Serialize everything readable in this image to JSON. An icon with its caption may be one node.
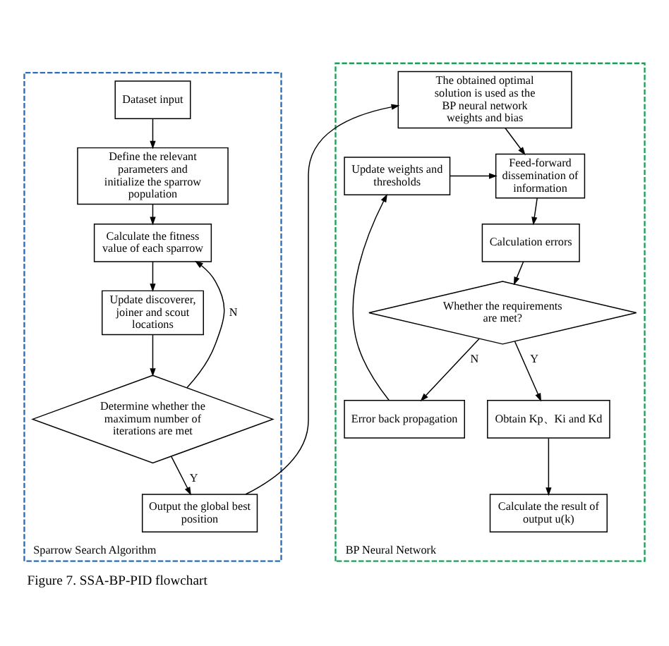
{
  "diagram": {
    "caption": "Figure 7. SSA-BP-PID flowchart",
    "nodes": [
      {
        "text": [
          "Sparrow Search Algorithm"
        ]
      },
      {
        "text": [
          "Dataset input"
        ],
        "in": 0
      },
      {
        "text": [
          "Define the relevant parameters and initialize the sparrow population"
        ],
        "in": 0
      },
      {
        "text": [
          "Calculate the fitness value of each sparrow"
        ],
        "in": 0
      },
      {
        "text": [
          "Update discoverer, joiner and scout locations"
        ],
        "in": 0
      },
      {
        "text": [
          "Determine whether the maximum number of iterations are met"
        ],
        "in": 0
      },
      {
        "text": [
          "Output the global best position"
        ],
        "in": 0
      },
      {
        "text": [
          "BP Neural Network"
        ]
      },
      {
        "text": [
          "The obtained optimal solution is used as the BP neural network weights and bias"
        ],
        "in": 7
      },
      {
        "text": [
          "Feed-forward dissemination of information"
        ],
        "in": 7
      },
      {
        "text": [
          "Calculation errors"
        ],
        "in": 7
      },
      {
        "text": [
          "Whether the requirements are met?"
        ],
        "in": 7
      },
      {
        "text": [
          "Obtain Kp、Ki and Kd"
        ],
        "in": 7
      },
      {
        "text": [
          "Calculate the result of output u(k)"
        ],
        "in": 7
      },
      {
        "text": [
          "Error back propagation"
        ],
        "in": 7
      },
      {
        "text": [
          "Update weights and thresholds"
        ],
        "in": 7
      }
    ],
    "edges": [
      {
        "from": 1,
        "to": 2,
        "arrow": "to"
      },
      {
        "from": 2,
        "to": 3,
        "arrow": "to"
      },
      {
        "from": 3,
        "to": 4,
        "arrow": "to"
      },
      {
        "from": 4,
        "to": 5,
        "arrow": "to"
      },
      {
        "from": 5,
        "to": 3,
        "arrow": "to",
        "label": "N"
      },
      {
        "from": 5,
        "to": 6,
        "arrow": "to",
        "label": "Y"
      },
      {
        "from": 6,
        "to": 8,
        "arrow": "to"
      },
      {
        "from": 8,
        "to": 9,
        "arrow": "to"
      },
      {
        "from": 9,
        "to": 10,
        "arrow": "to"
      },
      {
        "from": 10,
        "to": 11,
        "arrow": "to"
      },
      {
        "from": 11,
        "to": 14,
        "arrow": "to",
        "label": "N"
      },
      {
        "from": 14,
        "to": 15,
        "arrow": "to"
      },
      {
        "from": 15,
        "to": 9,
        "arrow": "to"
      },
      {
        "from": 11,
        "to": 12,
        "arrow": "to",
        "label": "Y"
      },
      {
        "from": 12,
        "to": 13,
        "arrow": "to"
      }
    ]
  }
}
